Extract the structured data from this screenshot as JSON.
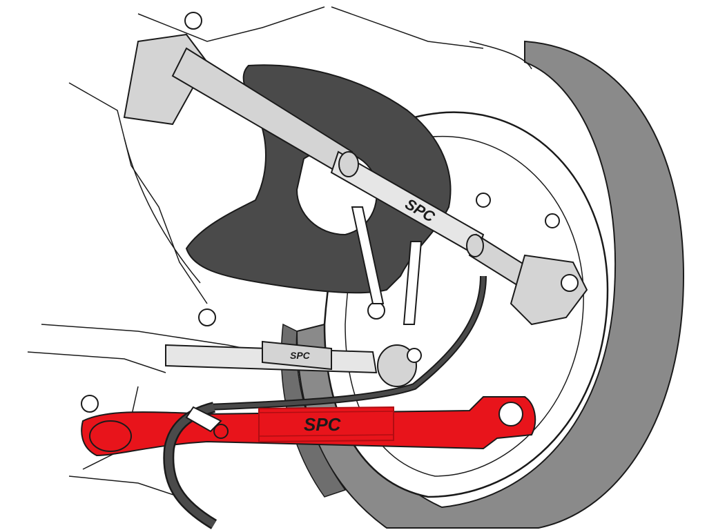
{
  "diagram": {
    "logo_text": "SPC",
    "colors": {
      "highlight": "#e8141b",
      "highlight_dark": "#b00d12",
      "outline": "#1a1a1a",
      "tire": "#8a8a8a",
      "tire_dark": "#6e6e6e",
      "dark_component": "#4a4a4a",
      "gray_component": "#d4d4d4",
      "background": "#ffffff"
    },
    "parts": [
      "upper-control-arm",
      "upper-arm-adjuster",
      "toe-link",
      "lower-control-arm-highlighted",
      "sway-bar",
      "sway-bar-end-link",
      "brake-line",
      "brake-rotor",
      "tire",
      "knuckle"
    ]
  }
}
